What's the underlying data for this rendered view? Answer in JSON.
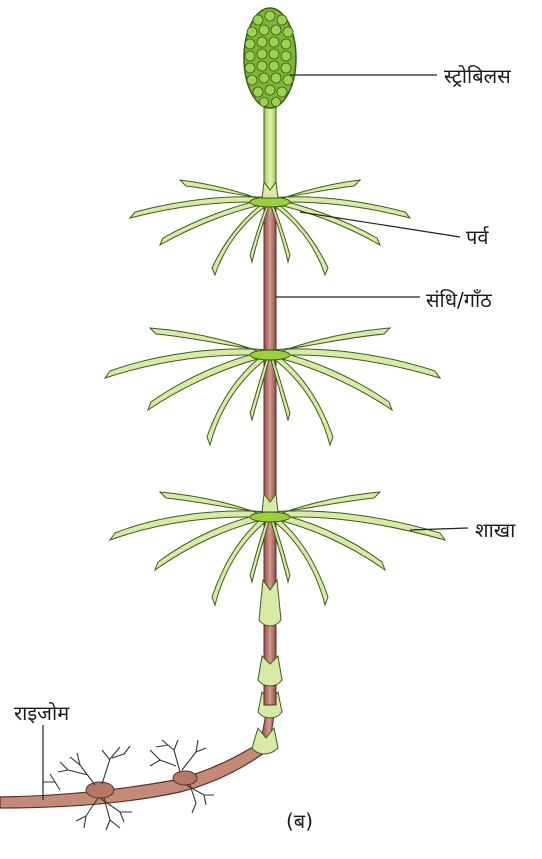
{
  "labels": {
    "strobilus": "स्ट्रोबिलस",
    "node": "पर्व",
    "internode": "संधि/गाँठ",
    "branch": "शाखा",
    "rhizome": "राइजोम"
  },
  "caption": "(ब)",
  "colors": {
    "stem": "#b5746c",
    "stem_outline": "#5a2e2a",
    "leaf_fill": "#d7eaa6",
    "leaf_outline": "#3f5a1c",
    "node_ring": "#9bcf3e",
    "strobilus": "#7db43a",
    "rhizome": "#c48a78",
    "roots": "#333333",
    "leader_line": "#222222"
  }
}
